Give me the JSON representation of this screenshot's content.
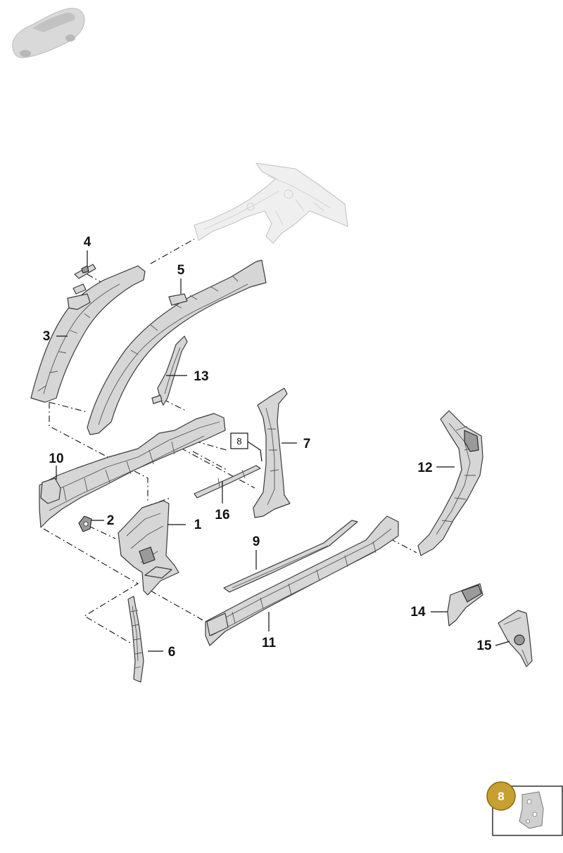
{
  "diagram": {
    "callouts": [
      {
        "id": "1",
        "label": "1"
      },
      {
        "id": "2",
        "label": "2"
      },
      {
        "id": "3",
        "label": "3"
      },
      {
        "id": "4",
        "label": "4"
      },
      {
        "id": "5",
        "label": "5"
      },
      {
        "id": "6",
        "label": "6"
      },
      {
        "id": "7",
        "label": "7"
      },
      {
        "id": "9",
        "label": "9"
      },
      {
        "id": "10",
        "label": "10"
      },
      {
        "id": "11",
        "label": "11"
      },
      {
        "id": "12",
        "label": "12"
      },
      {
        "id": "13",
        "label": "13"
      },
      {
        "id": "14",
        "label": "14"
      },
      {
        "id": "15",
        "label": "15"
      },
      {
        "id": "16",
        "label": "16"
      }
    ],
    "boxed_reference": "8",
    "badge": "8",
    "colors": {
      "part_fill": "#d6d6d6",
      "part_stroke": "#3a3a3a",
      "ghost_fill": "#efefef",
      "badge_fill": "#c8a032",
      "badge_stroke": "#8a6a10"
    }
  }
}
